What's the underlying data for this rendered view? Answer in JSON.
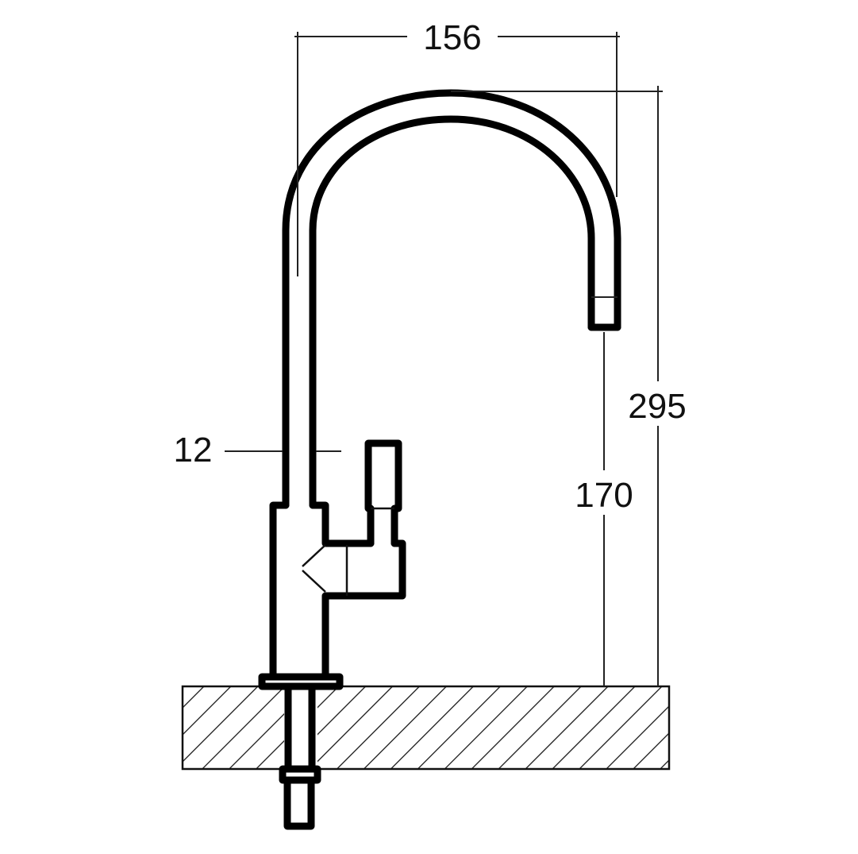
{
  "drawing": {
    "subject": "Gooseneck kitchen tap technical drawing",
    "units": "mm",
    "colors": {
      "line": "#000000",
      "background": "#ffffff",
      "dimension_line": "#222222"
    }
  },
  "dimensions": {
    "spout_reach": {
      "label": "156",
      "value": 156,
      "orientation": "horizontal"
    },
    "overall_height": {
      "label": "295",
      "value": 295,
      "orientation": "vertical"
    },
    "spout_outlet_height": {
      "label": "170",
      "value": 170,
      "orientation": "vertical"
    },
    "tube_diameter": {
      "label": "12",
      "value": 12,
      "orientation": "horizontal"
    }
  }
}
